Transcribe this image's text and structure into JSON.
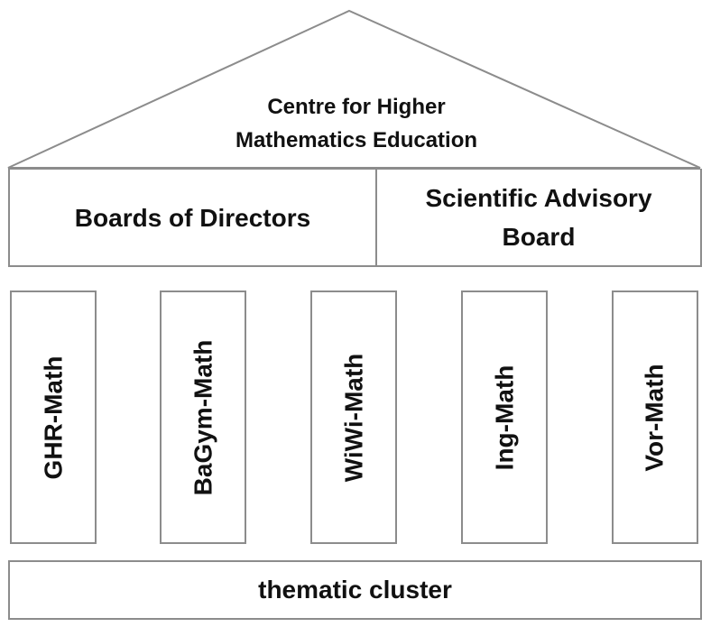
{
  "roof": {
    "title_lines": [
      "Centre for Higher",
      "Mathematics Education"
    ]
  },
  "boards": {
    "directors_label": "Boards of Directors",
    "advisory_lines": [
      "Scientific Advisory",
      "Board"
    ]
  },
  "pillars": [
    {
      "label": "GHR-Math"
    },
    {
      "label": "BaGym-Math"
    },
    {
      "label": "WiWi-Math"
    },
    {
      "label": "Ing-Math"
    },
    {
      "label": "Vor-Math"
    }
  ],
  "foundation": {
    "label": "thematic cluster"
  },
  "colors": {
    "outline": "#8c8c8c",
    "text": "#111111",
    "background": "#ffffff"
  }
}
